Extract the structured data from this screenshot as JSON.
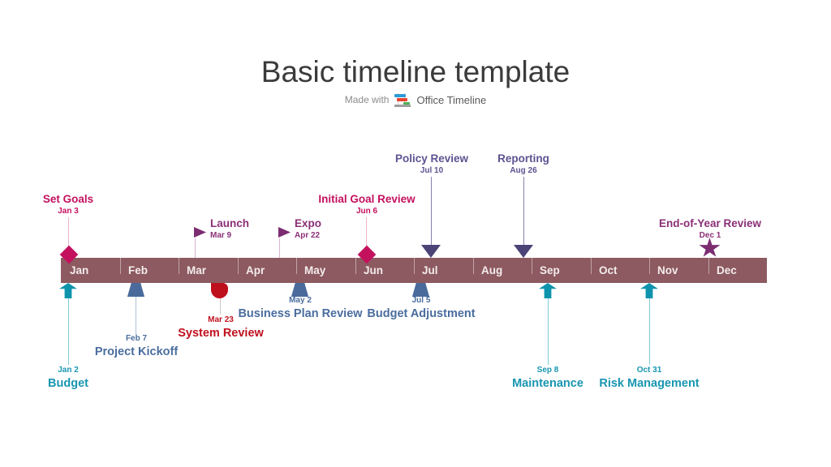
{
  "header": {
    "title": "Basic timeline template",
    "made_with": "Made with",
    "brand": "Office Timeline"
  },
  "timeline": {
    "bar_color": "#8c5a60",
    "months": [
      "Jan",
      "Feb",
      "Mar",
      "Apr",
      "May",
      "Jun",
      "Jul",
      "Aug",
      "Sep",
      "Oct",
      "Nov",
      "Dec"
    ]
  },
  "colors": {
    "crimson": "#c4115e",
    "purple": "#7c2d72",
    "slate_purple": "#5d5391",
    "teal": "#1896b0",
    "steel_blue": "#4a6a9b",
    "red": "#be0f1c"
  },
  "milestones": {
    "set_goals": {
      "label": "Set Goals",
      "date": "Jan 3",
      "shape": "diamond",
      "side": "above"
    },
    "launch": {
      "label": "Launch",
      "date": "Mar 9",
      "shape": "flag",
      "side": "above"
    },
    "expo": {
      "label": "Expo",
      "date": "Apr 22",
      "shape": "flag",
      "side": "above"
    },
    "initial_goal_review": {
      "label": "Initial Goal Review",
      "date": "Jun 6",
      "shape": "diamond",
      "side": "above"
    },
    "policy_review": {
      "label": "Policy Review",
      "date": "Jul 10",
      "shape": "arrow-down",
      "side": "above"
    },
    "reporting": {
      "label": "Reporting",
      "date": "Aug 26",
      "shape": "arrow-down",
      "side": "above"
    },
    "end_of_year_review": {
      "label": "End-of-Year Review",
      "date": "Dec 1",
      "shape": "star",
      "side": "above"
    },
    "budget": {
      "label": "Budget",
      "date": "Jan 2",
      "shape": "arrow-up",
      "side": "below"
    },
    "project_kickoff": {
      "label": "Project Kickoff",
      "date": "Feb 7",
      "shape": "trapezoid",
      "side": "below"
    },
    "system_review": {
      "label": "System Review",
      "date": "Mar 23",
      "shape": "blob",
      "side": "below"
    },
    "business_plan_review": {
      "label": "Business Plan Review",
      "date": "May 2",
      "shape": "trapezoid",
      "side": "below"
    },
    "budget_adjustment": {
      "label": "Budget Adjustment",
      "date": "Jul 5",
      "shape": "trapezoid",
      "side": "below"
    },
    "maintenance": {
      "label": "Maintenance",
      "date": "Sep 8",
      "shape": "arrow-up",
      "side": "below"
    },
    "risk_management": {
      "label": "Risk Management",
      "date": "Oct 31",
      "shape": "arrow-up",
      "side": "below"
    }
  }
}
